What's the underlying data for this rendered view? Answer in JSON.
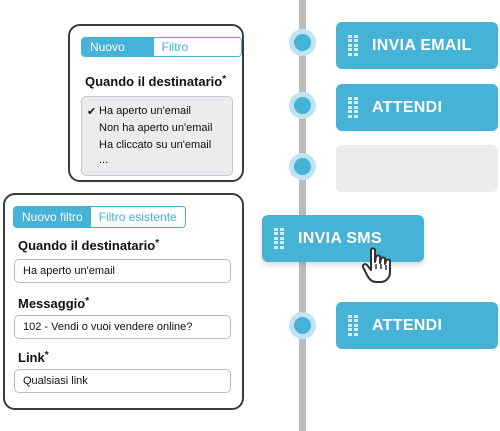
{
  "colors": {
    "accent": "#45b2d6",
    "timeline": "#b9bcc0",
    "empty_step": "#ececee"
  },
  "top_panel": {
    "tab_new": "Nuovo filtro",
    "tab_existing": "Filtro esistente",
    "question": "Quando il destinatario",
    "required_mark": "*",
    "options": [
      "Ha aperto un'email",
      "Non ha aperto un'email",
      "Ha cliccato su un'email",
      "..."
    ],
    "selected_check": "✔"
  },
  "bottom_panel": {
    "tab_new": "Nuovo filtro",
    "tab_existing": "Filtro esistente",
    "field1_label": "Quando il destinatario",
    "field1_value": "Ha aperto un'email",
    "field2_label": "Messaggio",
    "field2_value": "102 - Vendi o vuoi vendere online?",
    "field3_label": "Link",
    "field3_value": "Qualsiasi link",
    "required_mark": "*"
  },
  "steps": [
    {
      "label": "INVIA EMAIL",
      "icon": "drag-handle-icon"
    },
    {
      "label": "ATTENDI",
      "icon": "drag-handle-icon"
    },
    {
      "label": "",
      "icon": ""
    },
    {
      "label": "INVIA SMS",
      "icon": "drag-handle-icon"
    },
    {
      "label": "ATTENDI",
      "icon": "drag-handle-icon"
    }
  ],
  "cursor_icon": "hand-pointer-icon"
}
